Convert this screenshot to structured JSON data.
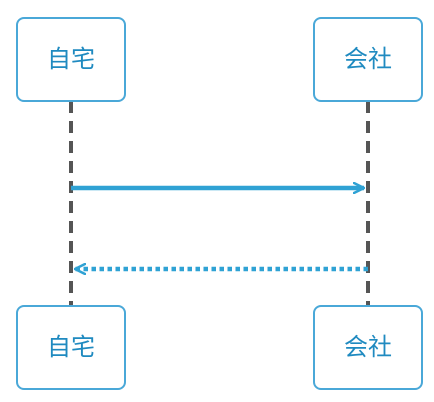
{
  "diagram": {
    "type": "sequence",
    "colors": {
      "box_stroke": "#4aa8d8",
      "box_fill": "#ffffff",
      "label_text": "#1f8ac0",
      "lifeline": "#555555",
      "message": "#2fa2d4"
    },
    "participants": [
      {
        "id": "home",
        "label": "自宅"
      },
      {
        "id": "office",
        "label": "会社"
      }
    ],
    "messages": [
      {
        "from": "home",
        "to": "office",
        "style": "solid"
      },
      {
        "from": "office",
        "to": "home",
        "style": "dotted"
      }
    ]
  }
}
